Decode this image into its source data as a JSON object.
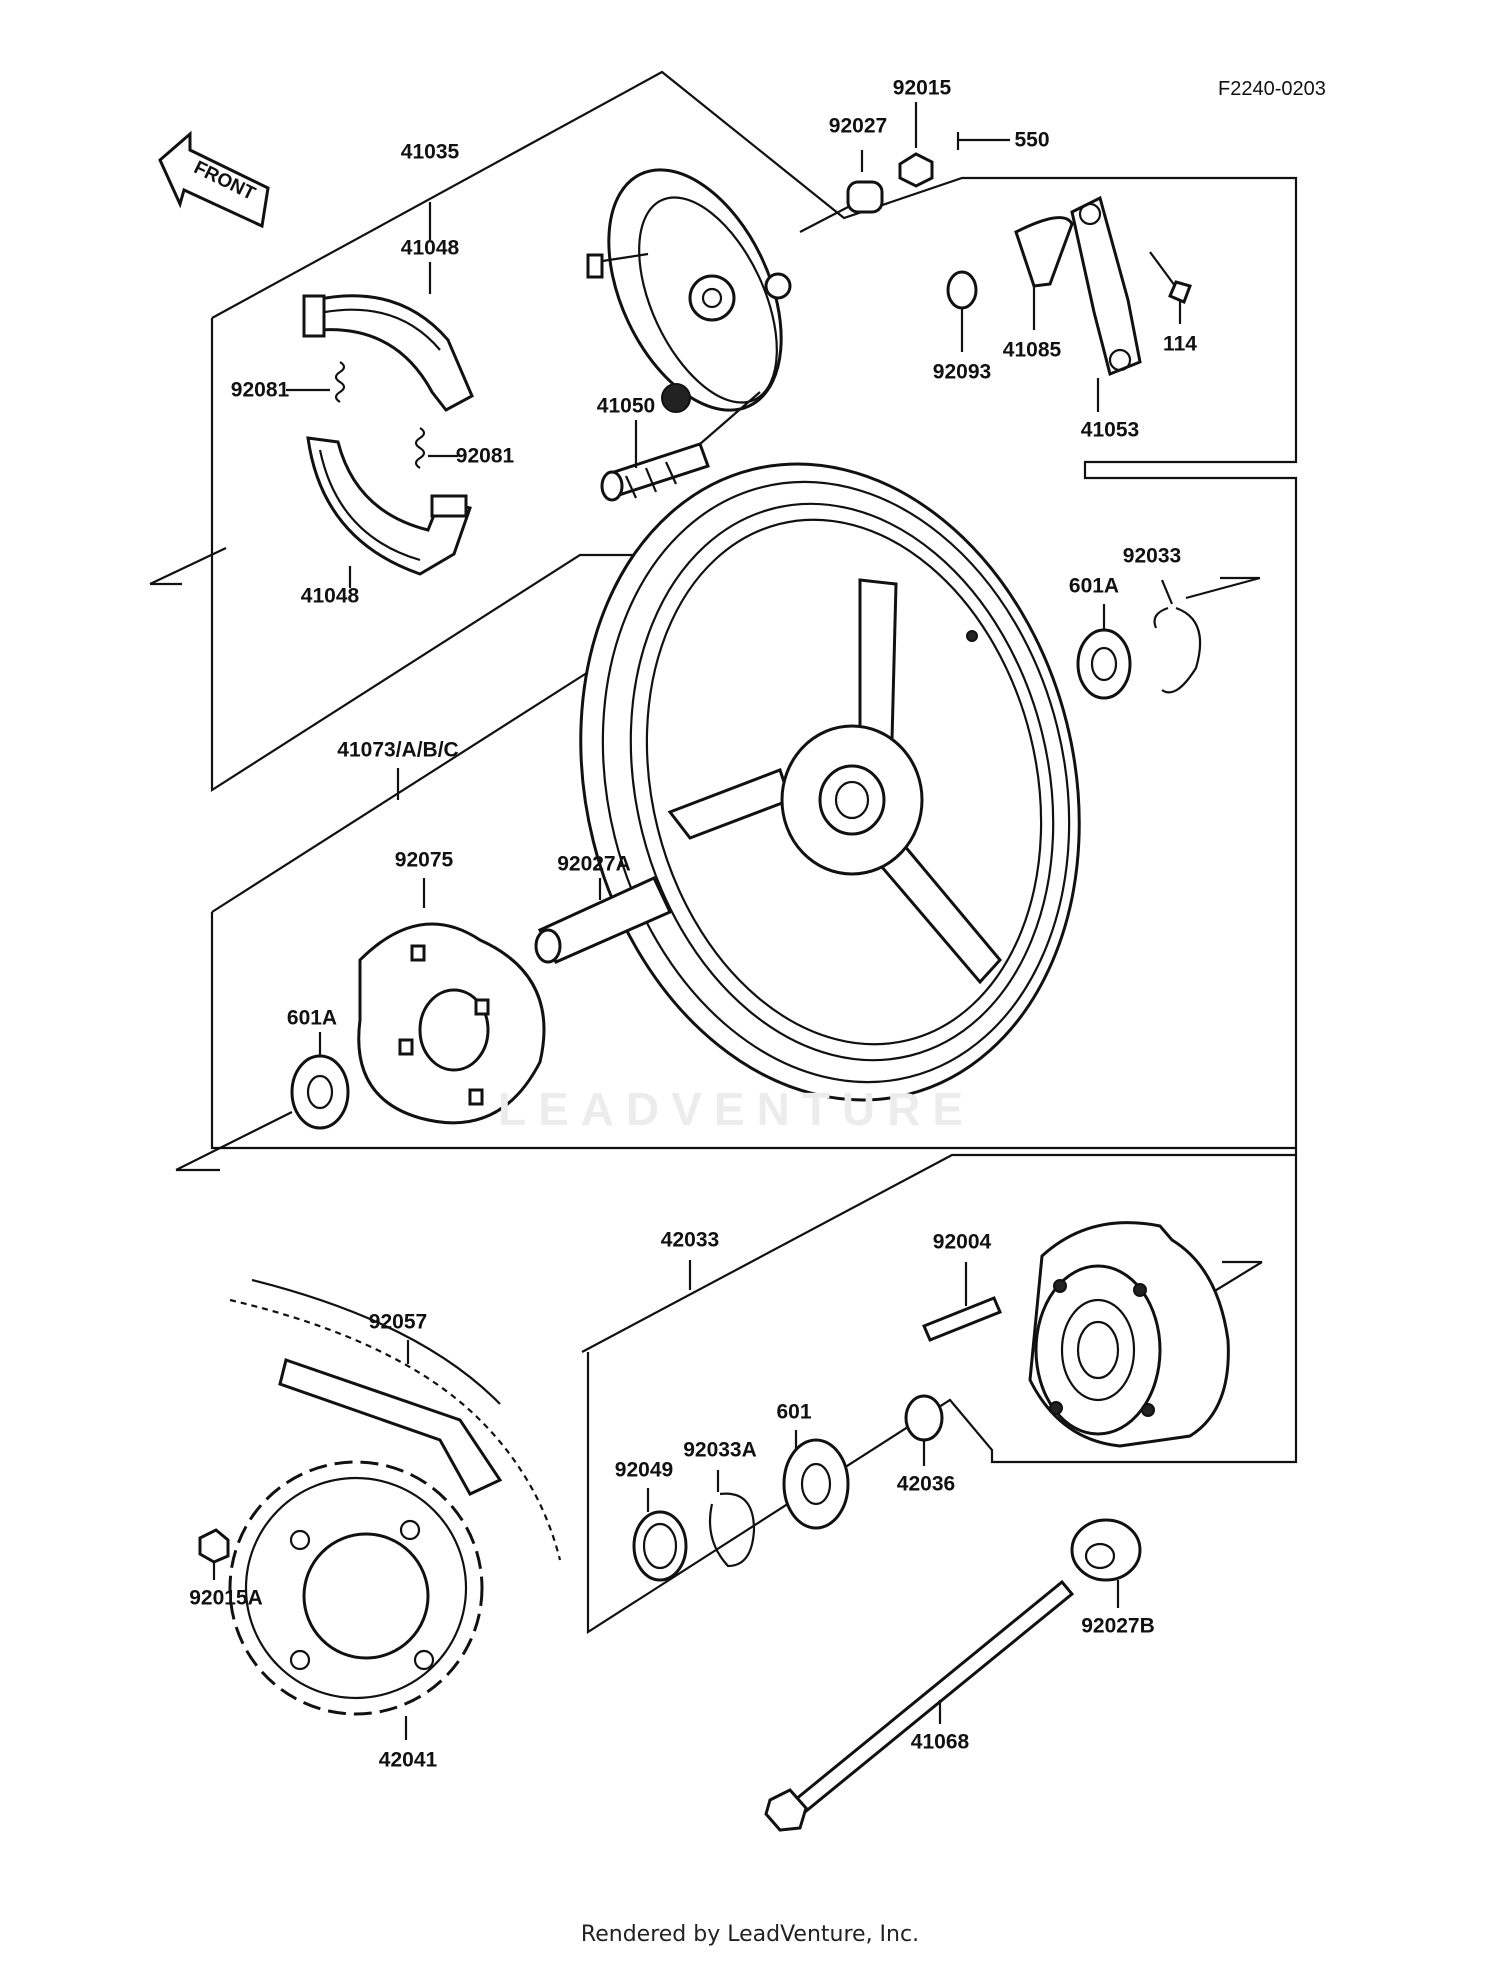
{
  "diagram_code": "F2240-0203",
  "front_arrow_label": "FRONT",
  "watermark": "LEADVENTURE",
  "footer": "Rendered by LeadVenture, Inc.",
  "part_labels": [
    {
      "key": "p41035",
      "text": "41035"
    },
    {
      "key": "p41048a",
      "text": "41048"
    },
    {
      "key": "p92081a",
      "text": "92081"
    },
    {
      "key": "p92081b",
      "text": "92081"
    },
    {
      "key": "p41048b",
      "text": "41048"
    },
    {
      "key": "p92015",
      "text": "92015"
    },
    {
      "key": "p92027",
      "text": "92027"
    },
    {
      "key": "p550",
      "text": "550"
    },
    {
      "key": "p92093",
      "text": "92093"
    },
    {
      "key": "p41085",
      "text": "41085"
    },
    {
      "key": "p114",
      "text": "114"
    },
    {
      "key": "p41053",
      "text": "41053"
    },
    {
      "key": "p41050",
      "text": "41050"
    },
    {
      "key": "p92033",
      "text": "92033"
    },
    {
      "key": "p601Aa",
      "text": "601A"
    },
    {
      "key": "p41073",
      "text": "41073/A/B/C"
    },
    {
      "key": "p92075",
      "text": "92075"
    },
    {
      "key": "p92027A",
      "text": "92027A"
    },
    {
      "key": "p601Ab",
      "text": "601A"
    },
    {
      "key": "p42033",
      "text": "42033"
    },
    {
      "key": "p92004",
      "text": "92004"
    },
    {
      "key": "p92057",
      "text": "92057"
    },
    {
      "key": "p601",
      "text": "601"
    },
    {
      "key": "p92033A",
      "text": "92033A"
    },
    {
      "key": "p42036",
      "text": "42036"
    },
    {
      "key": "p92049",
      "text": "92049"
    },
    {
      "key": "p92015A",
      "text": "92015A"
    },
    {
      "key": "p92027B",
      "text": "92027B"
    },
    {
      "key": "p41068",
      "text": "41068"
    },
    {
      "key": "p42041",
      "text": "42041"
    }
  ]
}
